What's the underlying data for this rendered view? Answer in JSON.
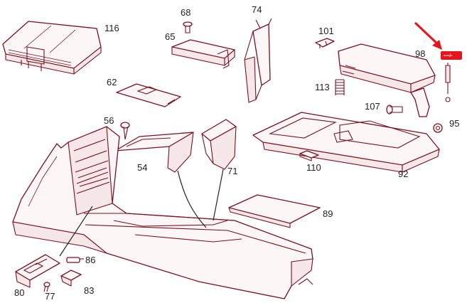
{
  "callouts": {
    "p116": "116",
    "p68": "68",
    "p74": "74",
    "p65": "65",
    "p101": "101",
    "p98": "98",
    "p62": "62",
    "p113": "113",
    "p107": "107",
    "p95": "95",
    "p56": "56",
    "p54": "54",
    "p71": "71",
    "p110": "110",
    "p92": "92",
    "p89": "89",
    "p86": "86",
    "p80": "80",
    "p77": "77",
    "p83": "83"
  },
  "highlight": {
    "badge_text": "▪▪▪▪/▪",
    "color": "#e8141c"
  },
  "colors": {
    "line": "#7a1020",
    "fill": "#fdf6f6",
    "label": "#222222"
  }
}
